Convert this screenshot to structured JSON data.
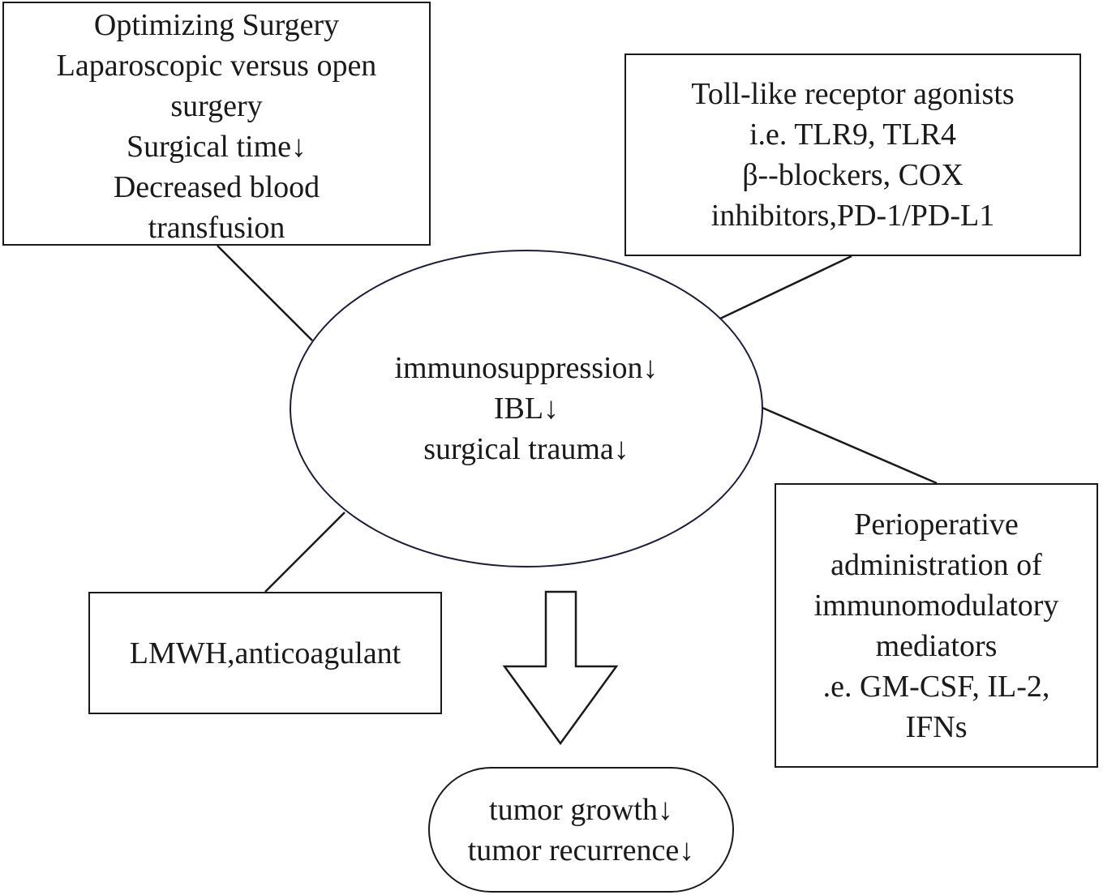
{
  "nodes": {
    "surgery": {
      "lines": [
        "Optimizing Surgery",
        "Laparoscopic versus open",
        "surgery",
        "Surgical time↓",
        "Decreased blood",
        "transfusion"
      ]
    },
    "tlr": {
      "lines": [
        "Toll-like receptor agonists",
        "i.e. TLR9, TLR4",
        "β--blockers, COX",
        "inhibitors,PD-1/PD-L1"
      ]
    },
    "center": {
      "lines": [
        "immunosuppression↓",
        "IBL↓",
        "surgical trauma↓"
      ]
    },
    "lmwh": {
      "lines": [
        "LMWH,anticoagulant"
      ]
    },
    "periop": {
      "lines": [
        "Perioperative",
        "administration of",
        "immunomodulatory",
        "mediators",
        ".e. GM-CSF, IL-2,",
        "IFNs"
      ]
    },
    "outcome": {
      "lines": [
        "tumor growth↓",
        "tumor recurrence↓"
      ]
    }
  },
  "colors": {
    "stroke": "#1a1a1a",
    "ellipse_stroke": "#1c1c3c",
    "background": "#ffffff"
  }
}
